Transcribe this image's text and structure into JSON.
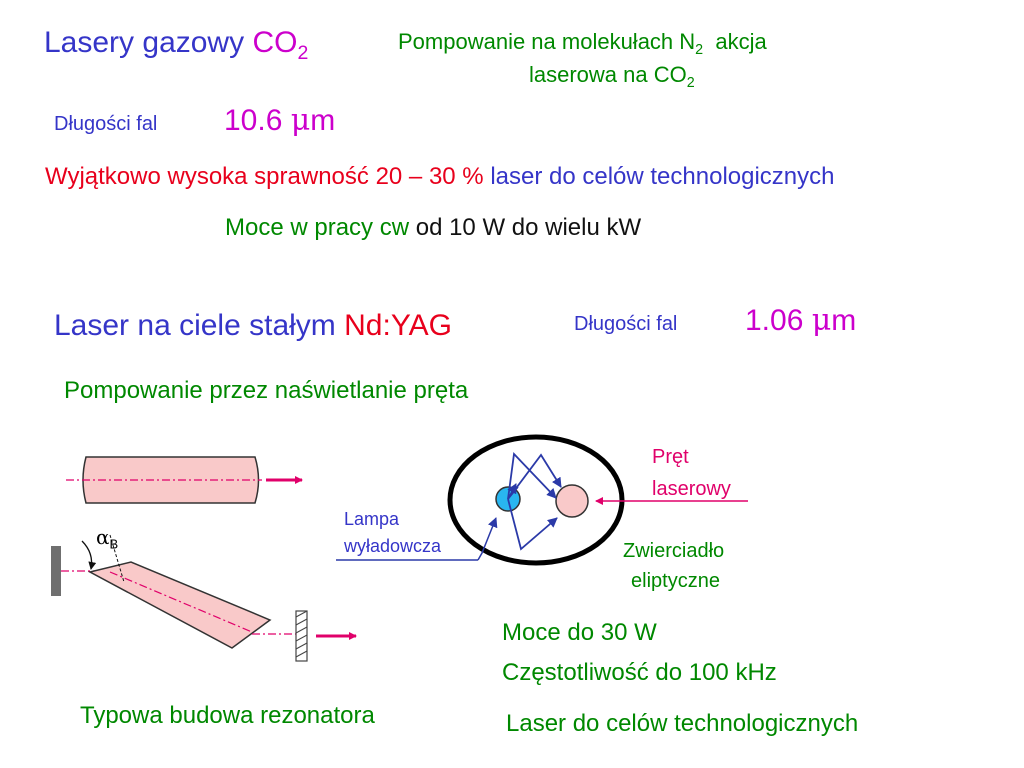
{
  "co2": {
    "title_prefix": "Lasery gazowy ",
    "title_formula": "CO",
    "title_formula_sub": "2",
    "pumping_line1_prefix": "Pompowanie na molekułach N",
    "pumping_line1_sub": "2",
    "pumping_line1_suffix": "  akcja",
    "pumping_line2_prefix": "laserowa na CO",
    "pumping_line2_sub": "2",
    "wavelength_label": "Długości fal",
    "wavelength_value": "10.6 ",
    "wavelength_mu": "μ",
    "wavelength_unit": "m",
    "efficiency_red": "Wyjątkowo wysoka sprawność 20 – 30 % ",
    "efficiency_blue": "laser do celów technologicznych",
    "power_green": "Moce w pracy cw ",
    "power_black": "od 10 W do wielu kW"
  },
  "ndyag": {
    "title_prefix": "Laser na ciele stałym ",
    "title_formula": "Nd:YAG",
    "wavelength_label": "Długości fal",
    "wavelength_value": "1.06 ",
    "wavelength_mu": "μ",
    "wavelength_unit": "m",
    "pumping": "Pompowanie przez naświetlanie pręta",
    "alpha_symbol": "α",
    "alpha_sub": "B",
    "lamp_line1": "Lampa",
    "lamp_line2": "wyładowcza",
    "rod_line1": "Pręt",
    "rod_line2": "laserowy",
    "mirror_line1": "Zwierciadło",
    "mirror_line2": "eliptyczne",
    "power": "Moce do 30 W",
    "frequency": "Częstotliwość do 100 kHz",
    "application": "Laser do celów technologicznych",
    "resonator_caption": "Typowa budowa rezonatora"
  },
  "colors": {
    "rod_fill": "#f9c9c9",
    "lamp_fill": "#29b6f0",
    "arrow_magenta": "#e0006a",
    "arrow_blue": "#2b3aa8",
    "mirror_gray": "#6f6f6f"
  }
}
